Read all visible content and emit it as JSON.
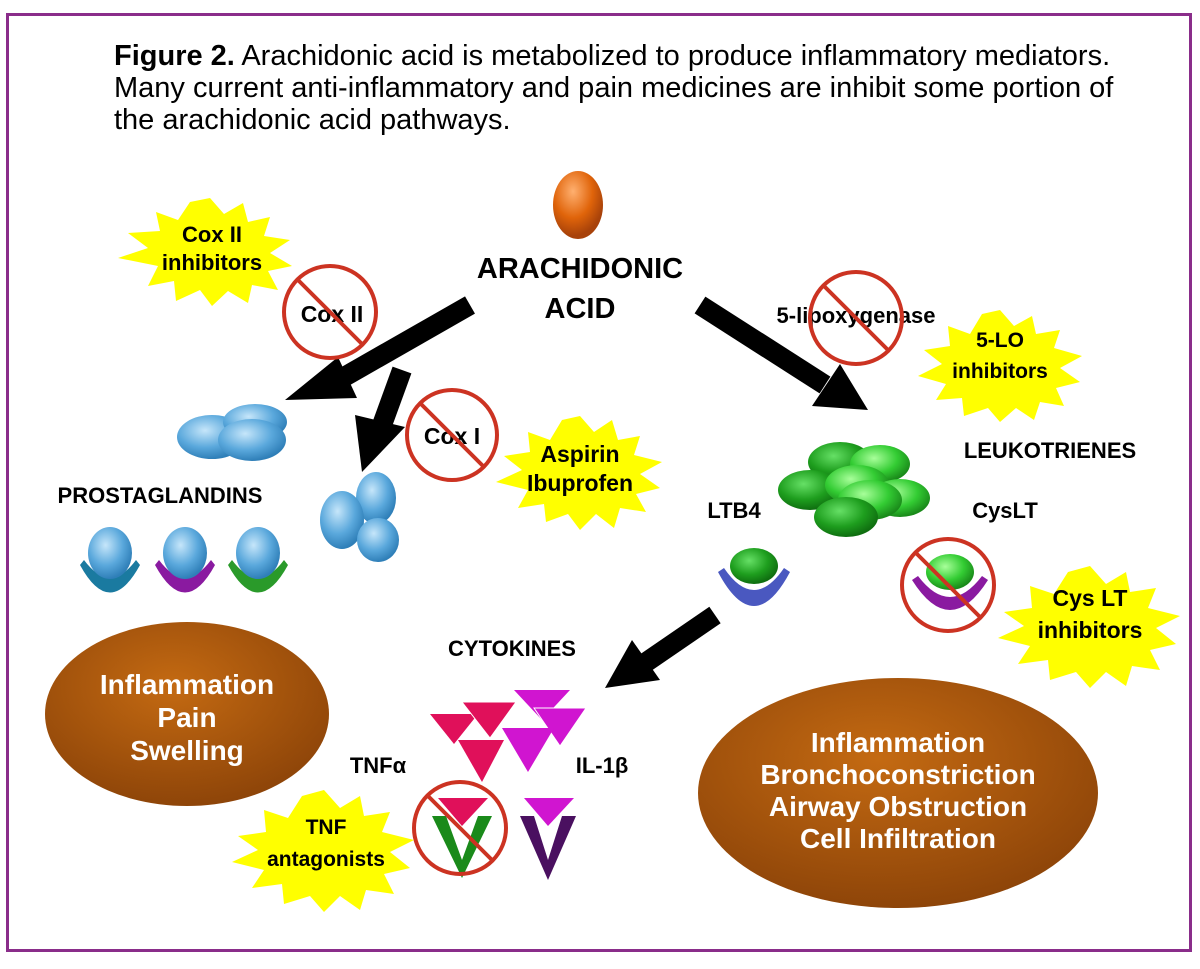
{
  "caption": {
    "label": "Figure 2.",
    "text": "Arachidonic acid is metabolized to produce inflammatory mediators.  Many current anti-inflammatory and pain medicines are inhibit some portion of the arachidonic acid pathways."
  },
  "labels": {
    "arachidonic_line1": "ARACHIDONIC",
    "arachidonic_line2": "ACID",
    "cox2": "Cox II",
    "cox1": "Cox I",
    "lipoxygenase": "5-lipoxygenase",
    "prostaglandins": "PROSTAGLANDINS",
    "leukotrienes": "LEUKOTRIENES",
    "ltb4": "LTB4",
    "cyslt": "CysLT",
    "cytokines": "CYTOKINES",
    "tnfa": "TNFα",
    "il1b": "IL-1β"
  },
  "bursts": {
    "cox2_inhibitors": [
      "Cox II",
      "inhibitors"
    ],
    "aspirin": [
      "Aspirin",
      "Ibuprofen"
    ],
    "lo_inhibitors": [
      "5-LO",
      "inhibitors"
    ],
    "cyslt_inhibitors": [
      "Cys LT",
      "inhibitors"
    ],
    "tnf_antagonists": [
      "TNF",
      "antagonists"
    ]
  },
  "outcomes": {
    "left": [
      "Inflammation",
      "Pain",
      "Swelling"
    ],
    "right": [
      "Inflammation",
      "Bronchoconstriction",
      "Airway Obstruction",
      "Cell Infiltration"
    ]
  },
  "colors": {
    "frame": "#8a2d8a",
    "burst": "#ffff00",
    "no_sign": "#cc3322",
    "outcome_fill": "#a0520a",
    "blue_molecule": "#5aa8dc",
    "green_molecule": "#1e9e1e",
    "orange_molecule": "#e0640a",
    "pink_triangle": "#e0105a",
    "magenta_triangle": "#d015d0"
  }
}
